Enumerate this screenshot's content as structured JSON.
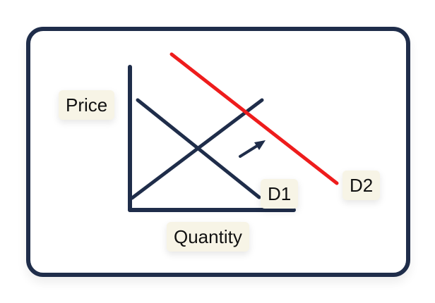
{
  "labels": {
    "price": "Price",
    "quantity": "Quantity",
    "d1": "D1",
    "d2": "D2"
  },
  "colors": {
    "frame": "#1f2d4a",
    "lines": "#1f2d4a",
    "d2_line": "#ee1c1c",
    "label_background": "#f7f4e6"
  },
  "icons": [
    "shift-arrow-icon"
  ]
}
